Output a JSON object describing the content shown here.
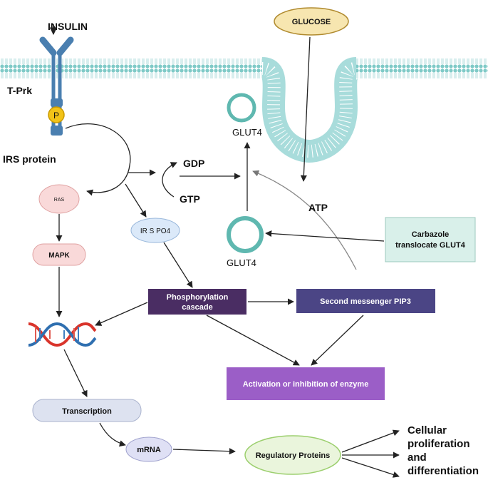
{
  "labels": {
    "insulin": "INSULIN",
    "tprk": "T-Prk",
    "phospho_p": "P",
    "irs_protein": "IRS protein",
    "glucose": "GLUCOSE",
    "glut4_top": "GLUT4",
    "glut4_bottom": "GLUT4",
    "gdp": "GDP",
    "gtp": "GTP",
    "atp": "ATP",
    "ras": "RAS",
    "irs_po4": "IR S PO4",
    "mapk": "MAPK",
    "carbazole_line1": "Carbazole",
    "carbazole_line2": "translocate GLUT4",
    "phospho_cascade_line1": "Phosphorylation",
    "phospho_cascade_line2": "cascade",
    "second_messenger": "Second messenger PIP3",
    "activation": "Activation or inhibition of enzyme",
    "transcription": "Transcription",
    "mrna": "mRNA",
    "regulatory_proteins": "Regulatory Proteins",
    "outcome_line1": "Cellular",
    "outcome_line2": "proliferation",
    "outcome_line3": "and",
    "outcome_line4": "differentiation"
  },
  "colors": {
    "membrane": "#a8dcdb",
    "membrane_dark": "#6fc1bf",
    "receptor": "#4a7fb0",
    "phosphate": "#f2c318",
    "glucose_fill": "#f7e6b0",
    "glucose_stroke": "#b08a2e",
    "glut4_ring": "#5fb8b0",
    "ras_fill": "#f9d9d9",
    "irs_fill": "#dbe9f9",
    "mapk_fill": "#f9d9d9",
    "carbazole_fill": "#d9f0ea",
    "cascade_fill": "#4a2d63",
    "pip3_fill": "#4b4585",
    "activation_fill": "#9b5ec7",
    "transcription_fill": "#dde2f0",
    "mrna_fill": "#dfe0f5",
    "regulatory_fill": "#eaf5dc",
    "dna_red": "#d9342b",
    "dna_blue": "#2f6fb0"
  }
}
